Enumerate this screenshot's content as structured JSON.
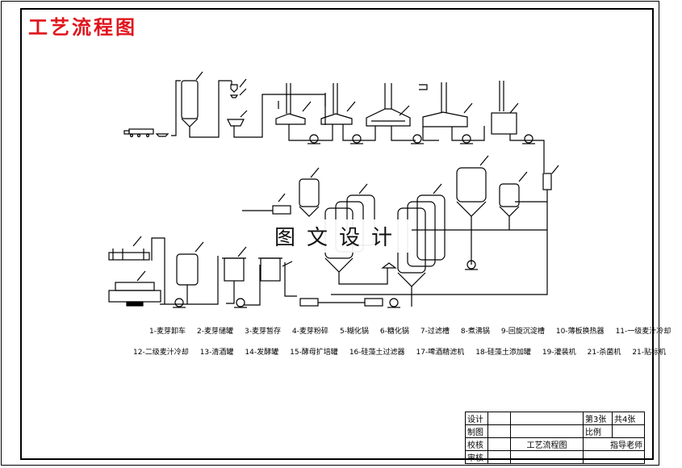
{
  "title": "工艺流程图",
  "watermark": "图文设计",
  "legend": {
    "row1": [
      "1-麦芽卸车",
      "2-麦芽储罐",
      "3-麦芽暂存",
      "4-麦芽粉碎",
      "5-糊化锅",
      "6-糖化锅",
      "7-过滤槽",
      "8-煮沸锅",
      "9-回旋沉淀槽",
      "10-薄板换热器",
      "11-一级麦汁冷却"
    ],
    "row2": [
      "12-二级麦汁冷却",
      "13-清酒罐",
      "14-发酵罐",
      "15-酵母扩培罐",
      "16-硅藻土过滤器",
      "17-啤酒精滤机",
      "18-硅藻土添加罐",
      "19-灌装机",
      "21-杀菌机",
      "21-贴标机"
    ]
  },
  "title_block": {
    "design": "设计",
    "draw": "制图",
    "check": "校核",
    "review": "审核",
    "drawing_name": "工艺流程图",
    "sheet_no": "第3张",
    "total_sheets": "共4张",
    "scale": "比例",
    "instructor": "指导老师"
  },
  "colors": {
    "title": "#e0141c",
    "line": "#000000"
  }
}
